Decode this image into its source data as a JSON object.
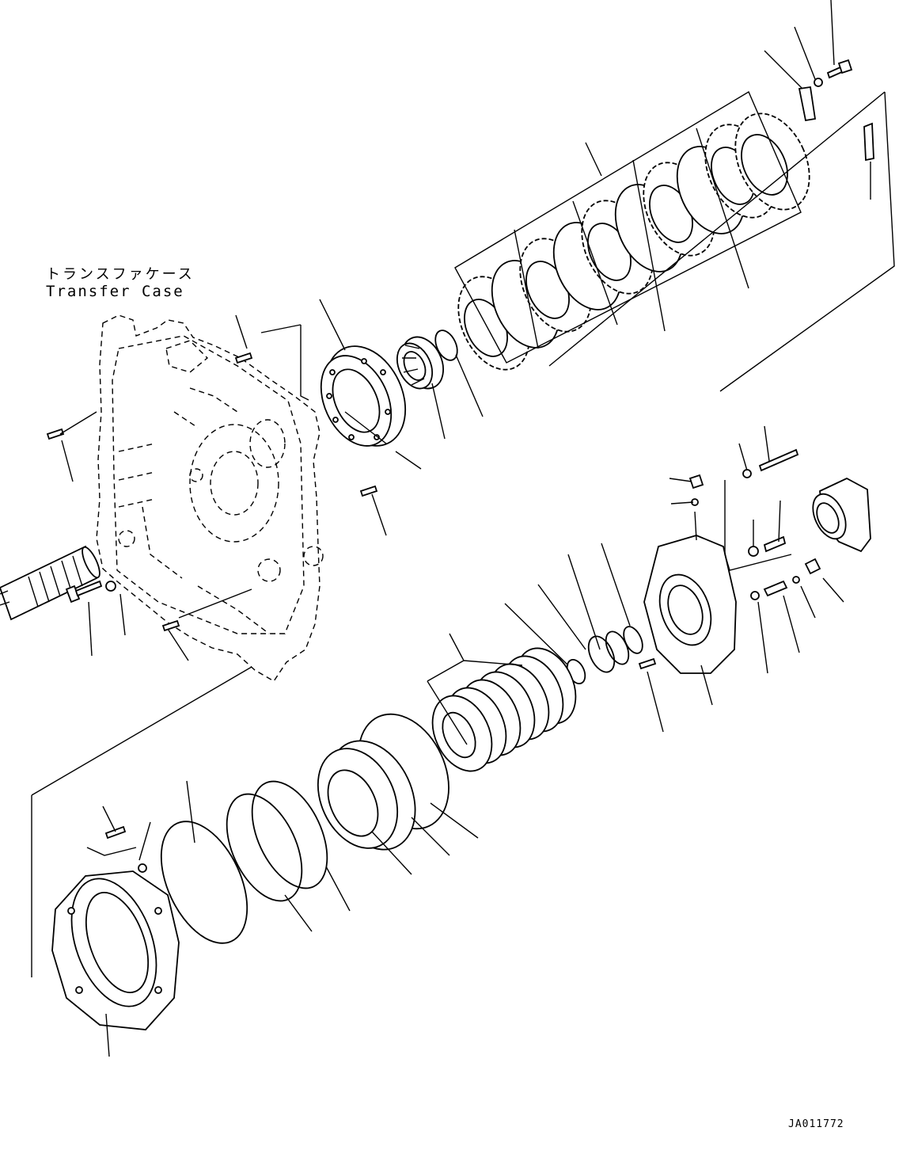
{
  "figure": {
    "case_label_ja": "トランスファケース",
    "case_label_en": "Transfer Case",
    "drawing_number": "JA011772"
  },
  "colors": {
    "ink": "#000000",
    "paper": "#ffffff"
  },
  "icons": [
    "transfer-case",
    "output-shaft",
    "bearing-cage",
    "roller-bearing",
    "snap-ring",
    "clutch-disc-pack",
    "clutch-plate",
    "lock-plate",
    "lock-bolt",
    "return-spring-pack",
    "piston",
    "seal-ring",
    "o-ring",
    "brake-housing",
    "rear-cover",
    "plug",
    "dowel-pin",
    "bolt",
    "washer",
    "coupling-flange"
  ]
}
